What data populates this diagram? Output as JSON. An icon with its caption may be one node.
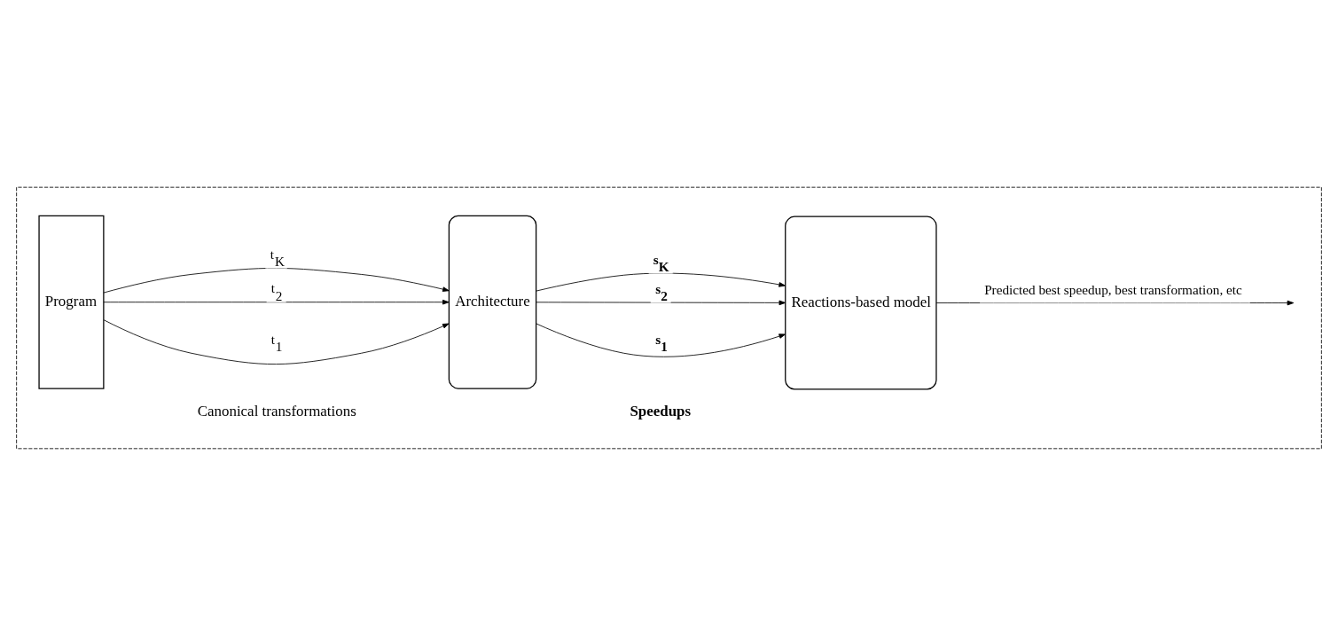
{
  "diagram": {
    "nodes": [
      {
        "text": [],
        "shape": "box"
      },
      {
        "text": [
          "Program"
        ],
        "in": 0
      },
      {
        "text": [
          "Architecture"
        ],
        "in": 0
      },
      {
        "text": [
          "Reactions-based model"
        ],
        "in": 0
      }
    ],
    "edges": [
      {
        "from": 1,
        "to": 2,
        "arrow": "to",
        "label": "t$_{1}$"
      },
      {
        "from": 1,
        "to": 2,
        "arrow": "to",
        "label": "t$_{2}$"
      },
      {
        "from": 1,
        "to": 2,
        "arrow": "to",
        "label": "t$_{K}$"
      },
      {
        "from": 2,
        "to": 3,
        "arrow": "to",
        "label": "s$_{1}$"
      },
      {
        "from": 2,
        "to": 3,
        "arrow": "to",
        "label": "s$_{2}$"
      },
      {
        "from": 2,
        "to": 3,
        "arrow": "to",
        "label": "s$_{K}$"
      },
      {
        "from": 3,
        "to": null,
        "arrow": "to",
        "label": "Predicted best speedup, best transformation, etc"
      }
    ],
    "labels": [
      "Canonical transformations",
      "Speedups"
    ]
  }
}
